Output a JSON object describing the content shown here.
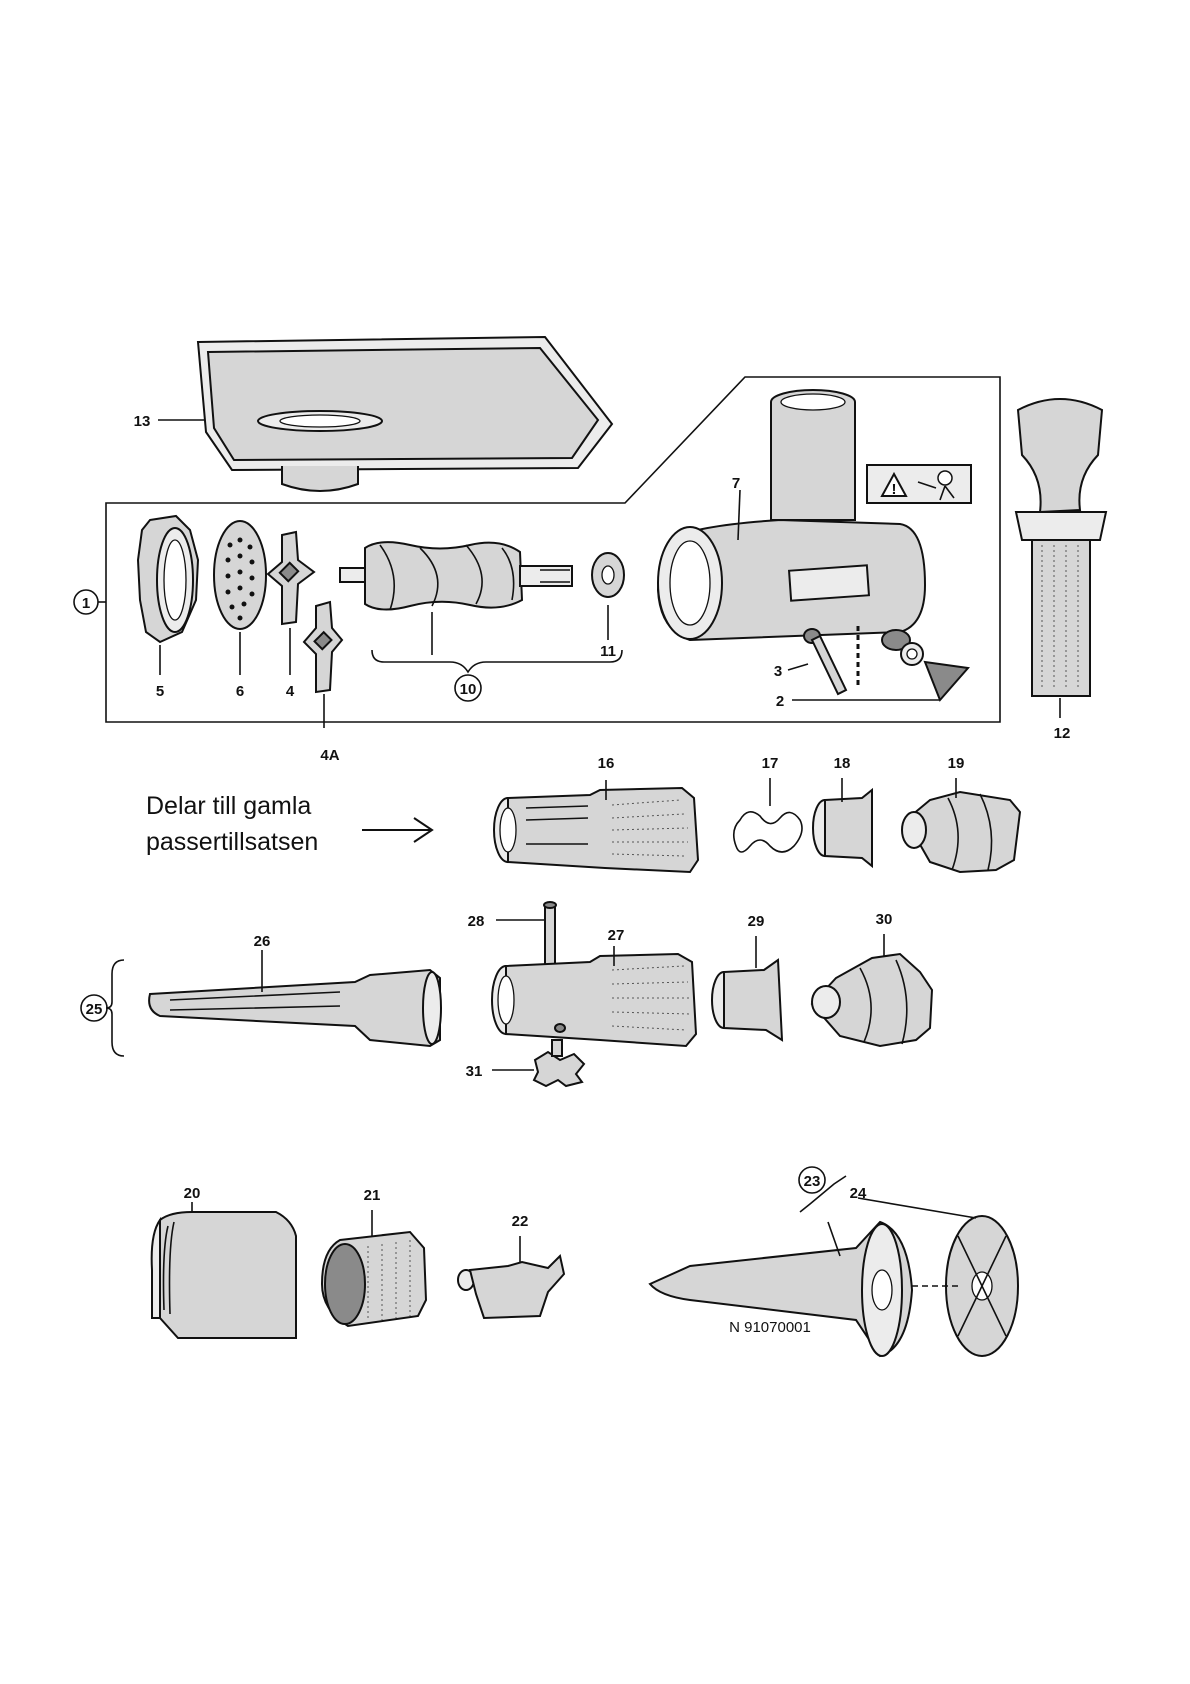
{
  "labels": {
    "l1": "1",
    "l2": "2",
    "l3": "3",
    "l4": "4",
    "l4a": "4A",
    "l5": "5",
    "l6": "6",
    "l7": "7",
    "l10": "10",
    "l11": "11",
    "l12": "12",
    "l13": "13",
    "l16": "16",
    "l17": "17",
    "l18": "18",
    "l19": "19",
    "l20": "20",
    "l21": "21",
    "l22": "22",
    "l23": "23",
    "l24": "24",
    "l25": "25",
    "l26": "26",
    "l27": "27",
    "l28": "28",
    "l29": "29",
    "l30": "30",
    "l31": "31"
  },
  "note": {
    "line1": "Delar till gamla",
    "line2": "passertillsatsen"
  },
  "drawing_number": "N 91070001",
  "icons": [
    "warning-icon",
    "arrow-right-icon"
  ]
}
